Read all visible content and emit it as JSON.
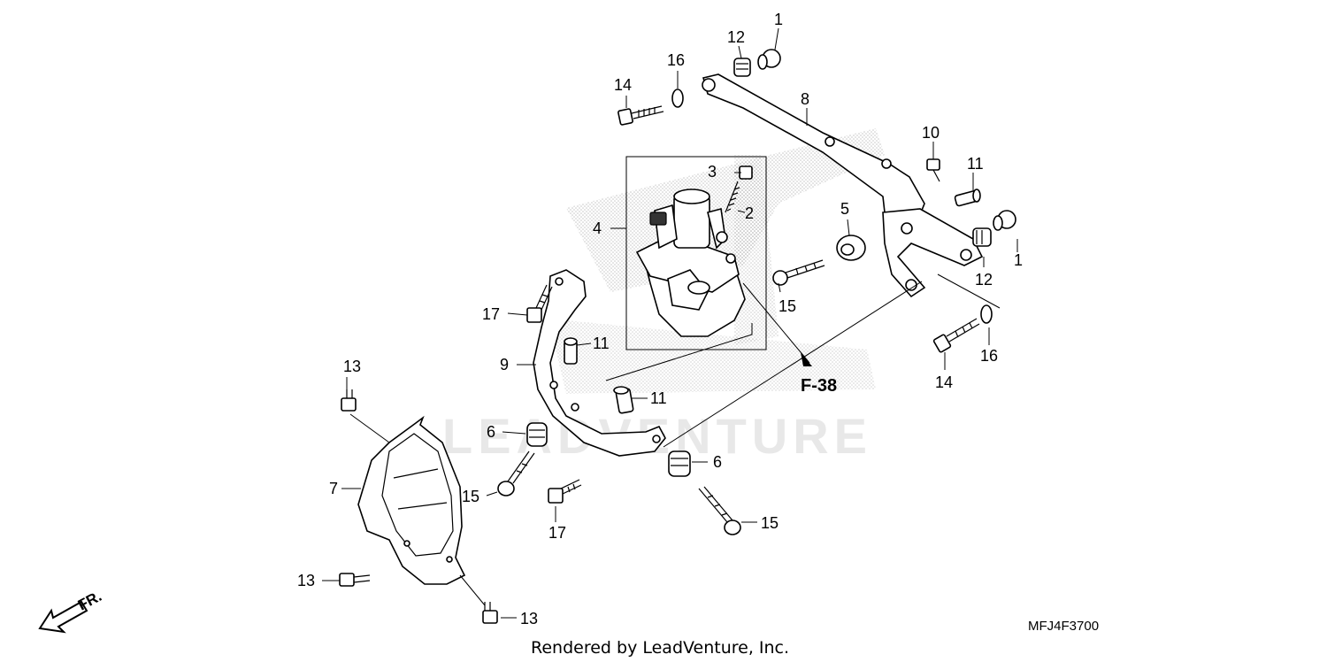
{
  "diagram": {
    "watermark": "LEADVENTURE",
    "reference": "F-38",
    "front_marker": "FR.",
    "drawing_code": "MFJ4F3700",
    "credit": "Rendered by LeadVenture, Inc.",
    "callouts": {
      "c1_top": "1",
      "c1_right": "1",
      "c2": "2",
      "c3": "3",
      "c4": "4",
      "c5": "5",
      "c6_left": "6",
      "c6_right": "6",
      "c7": "7",
      "c8": "8",
      "c9": "9",
      "c10": "10",
      "c11_top": "11",
      "c11_mid": "11",
      "c11_low": "11",
      "c12_top": "12",
      "c12_right": "12",
      "c13_top": "13",
      "c13_left": "13",
      "c13_bottom": "13",
      "c14_top": "14",
      "c14_right": "14",
      "c15_mid": "15",
      "c15_left": "15",
      "c15_bottom": "15",
      "c16_top": "16",
      "c16_right": "16",
      "c17_left": "17",
      "c17_bottom": "17"
    },
    "colors": {
      "ink": "#000000",
      "background": "#ffffff",
      "watermark": "#e8e8e8"
    }
  }
}
